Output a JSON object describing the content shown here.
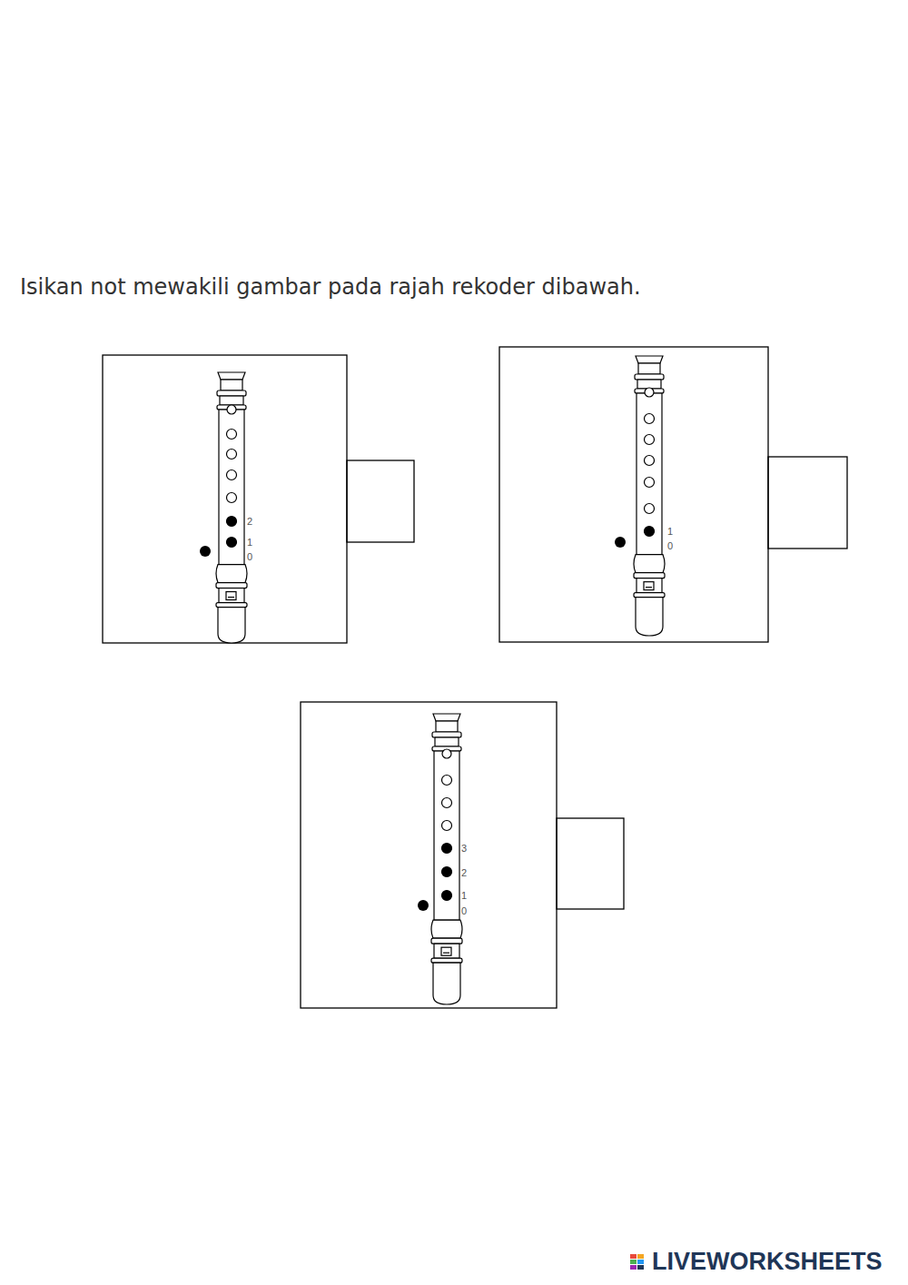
{
  "diagram": {
    "title": "Isikan not mewakili gambar pada rajah rekoder dibawah.",
    "labels": [
      "2",
      "1",
      "0",
      "1",
      "0",
      "3",
      "2",
      "1",
      "0",
      "LIVEWORKSHEETS"
    ]
  }
}
